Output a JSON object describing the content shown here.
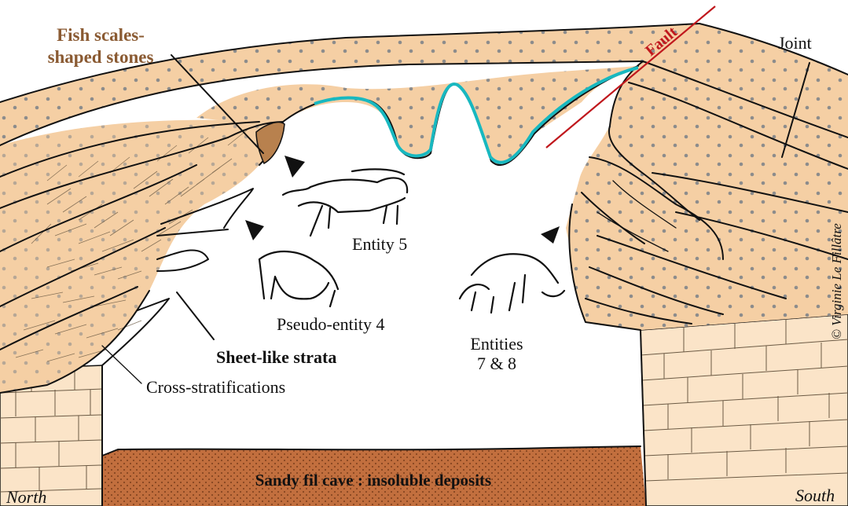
{
  "labels": {
    "fish_scales": [
      "Fish scales-",
      "shaped stones"
    ],
    "fault": "Fault",
    "joint": "Joint",
    "entity_5": "Entity 5",
    "pseudo_entity_4": "Pseudo-entity 4",
    "entities_7_8": [
      "Entities",
      "7 & 8"
    ],
    "sheet_like_strata": "Sheet-like strata",
    "cross_stratifications": "Cross-stratifications",
    "sandy_fill": "Sandy fil cave : insoluble deposits",
    "north": "North",
    "south": "South",
    "copyright": "© Virginie Le Fillâtre"
  },
  "colors": {
    "sandstone": "#f5cfa4",
    "sandstone_dots": "#8c8c8c",
    "limestone": "#fbe4c8",
    "sandy_fill": "#c26f3e",
    "sandy_fill_dots": "#7a3e1c",
    "fish_scale_stone": "#b8814e",
    "fish_label": "#8a5a32",
    "fault_line": "#c0181d",
    "cyan_coating": "#18b8c0"
  }
}
